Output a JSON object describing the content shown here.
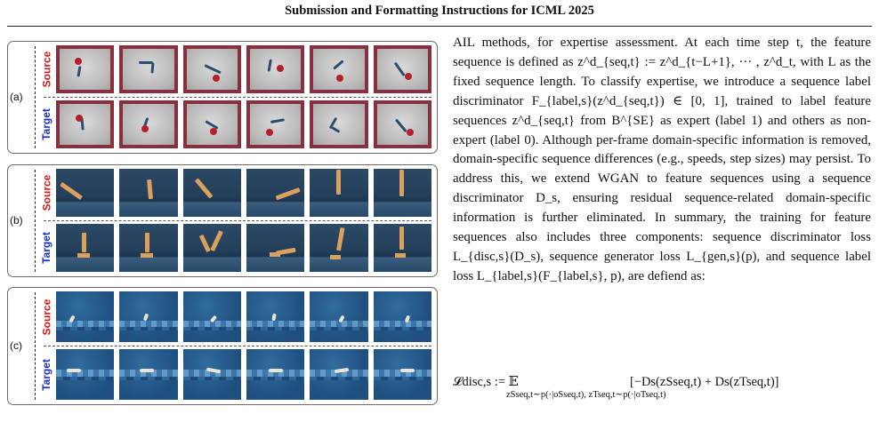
{
  "header": {
    "title": "Submission and Formatting Instructions for ICML 2025"
  },
  "figure": {
    "panels": [
      {
        "label": "(a)",
        "source_label": "Source",
        "target_label": "Target",
        "env_icon": "reacher-frame-icon"
      },
      {
        "label": "(b)",
        "source_label": "Source",
        "target_label": "Target",
        "env_icon": "hopper-frame-icon"
      },
      {
        "label": "(c)",
        "source_label": "Source",
        "target_label": "Target",
        "env_icon": "swimmer-frame-icon"
      }
    ],
    "colors": {
      "source": "#d21a1a",
      "target": "#1a2fc8",
      "reacher_border": "#8a2f3d"
    }
  },
  "body": {
    "paragraph": "AIL methods, for expertise assessment. At each time step t, the feature sequence is defined as z^d_{seq,t} := z^d_{t−L+1}, ··· , z^d_t, with L as the fixed sequence length. To classify expertise, we introduce a sequence label discriminator F_{label,s}(z^d_{seq,t}) ∈ [0, 1], trained to label feature sequences z^d_{seq,t} from B^{SE} as expert (label 1) and others as non-expert (label 0). Although per-frame domain-specific information is removed, domain-specific sequence differences (e.g., speeds, step sizes) may persist. To address this, we extend WGAN to feature sequences using a sequence discriminator D_s, ensuring residual sequence-related domain-specific information is further eliminated. In summary, the training for feature sequences also includes three components: sequence discriminator loss L_{disc,s}(D_s), sequence generator loss L_{gen,s}(p), and sequence label loss L_{label,s}(F_{label,s}, p), are defiend as:",
    "equation_lhs": "𝓛disc,s := 𝔼",
    "equation_rhs": "[−Ds(zSseq,t) + Ds(zTseq,t)]",
    "equation_sub": "zSseq,t∼p(·|oSseq,t), zTseq,t∼p(·|oTseq,t)"
  }
}
